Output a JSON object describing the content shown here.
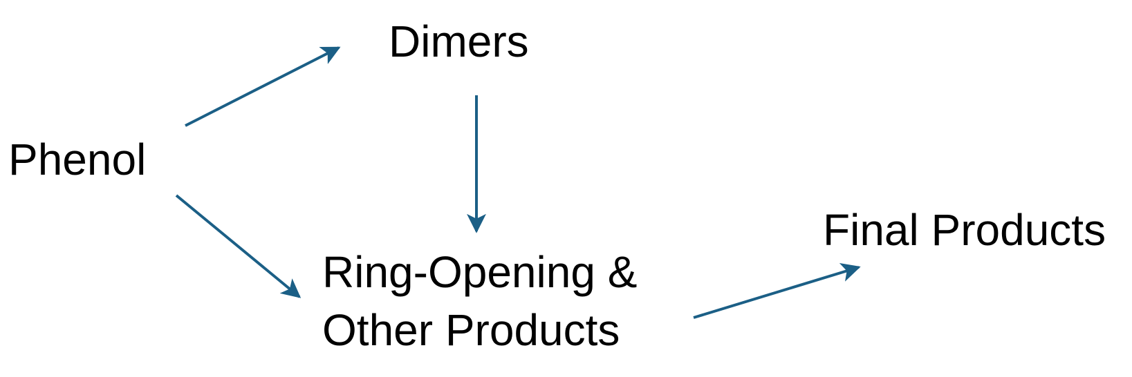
{
  "nodes": {
    "phenol": "Phenol",
    "dimers": "Dimers",
    "ring_opening_line1": "Ring-Opening &",
    "ring_opening_line2": "Other Products",
    "final_products": "Final Products"
  },
  "edges": [
    {
      "from": "Phenol",
      "to": "Dimers"
    },
    {
      "from": "Phenol",
      "to": "Ring-Opening & Other Products"
    },
    {
      "from": "Dimers",
      "to": "Ring-Opening & Other Products"
    },
    {
      "from": "Ring-Opening & Other Products",
      "to": "Final Products"
    }
  ],
  "colors": {
    "arrow": "#1b5f86",
    "text": "#000000"
  }
}
